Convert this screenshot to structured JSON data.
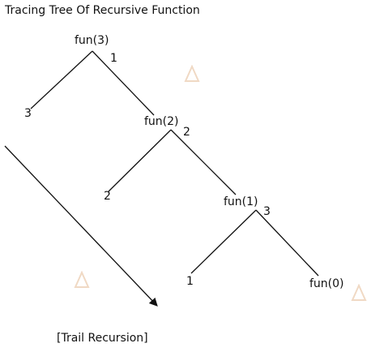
{
  "title": "Tracing Tree Of Recursive Function",
  "caption": "[Trail Recursion]",
  "nodes": {
    "fun3": "fun(3)",
    "fun2": "fun(2)",
    "fun1": "fun(1)",
    "fun0": "fun(0)",
    "print3": "3",
    "print2": "2",
    "print1": "1"
  },
  "steps": {
    "step1": "1",
    "step2": "2",
    "step3": "3"
  },
  "colors": {
    "line": "#111111",
    "watermark": "#f0d9c4"
  }
}
